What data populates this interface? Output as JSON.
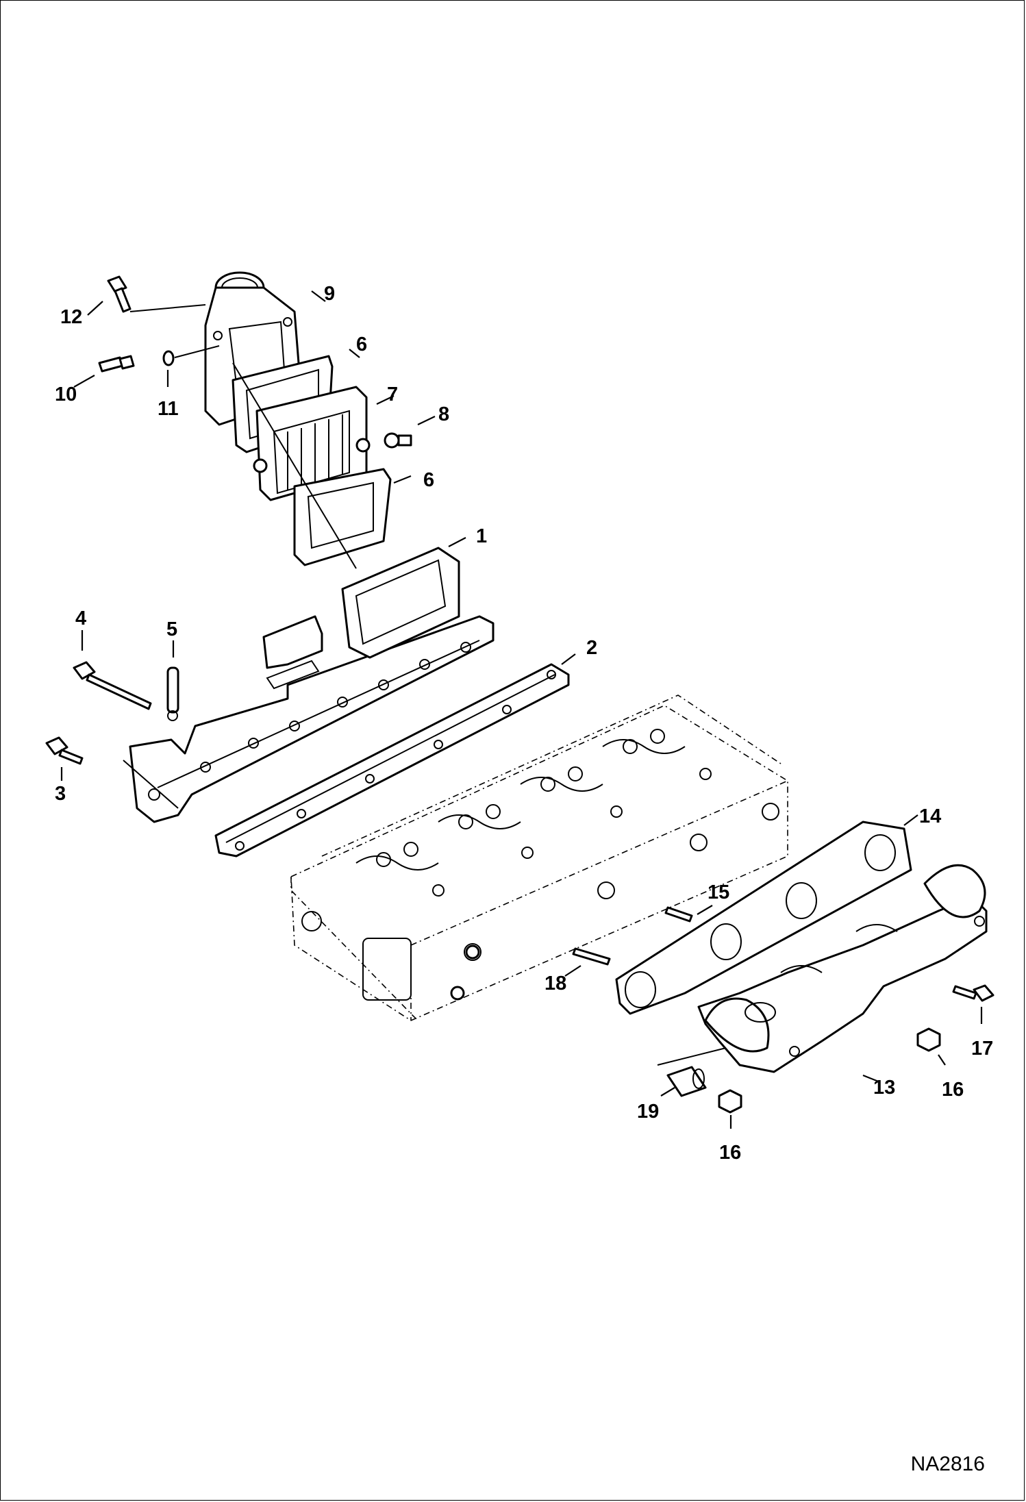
{
  "figure_id": "NA2816",
  "callouts": [
    "1",
    "2",
    "3",
    "4",
    "5",
    "6",
    "6",
    "7",
    "8",
    "9",
    "10",
    "11",
    "12",
    "13",
    "14",
    "15",
    "16",
    "16",
    "17",
    "18",
    "19"
  ]
}
